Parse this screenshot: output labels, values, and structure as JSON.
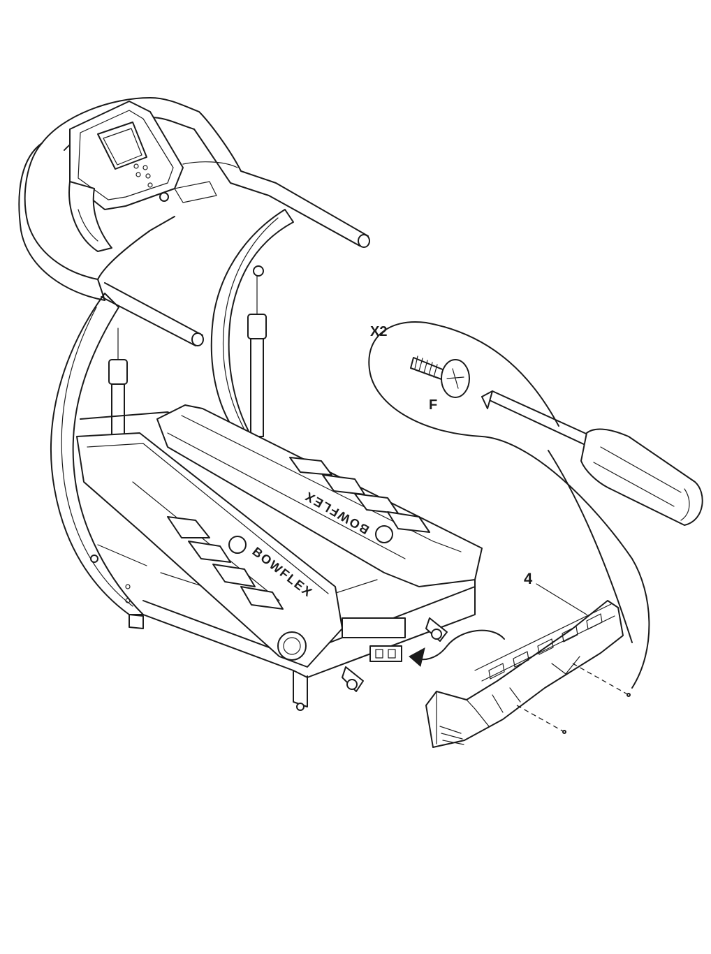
{
  "callout": {
    "quantity": "X2",
    "part_letter": "F"
  },
  "assembly": {
    "part_number": "4",
    "brand_text": "BOWFLEX"
  }
}
